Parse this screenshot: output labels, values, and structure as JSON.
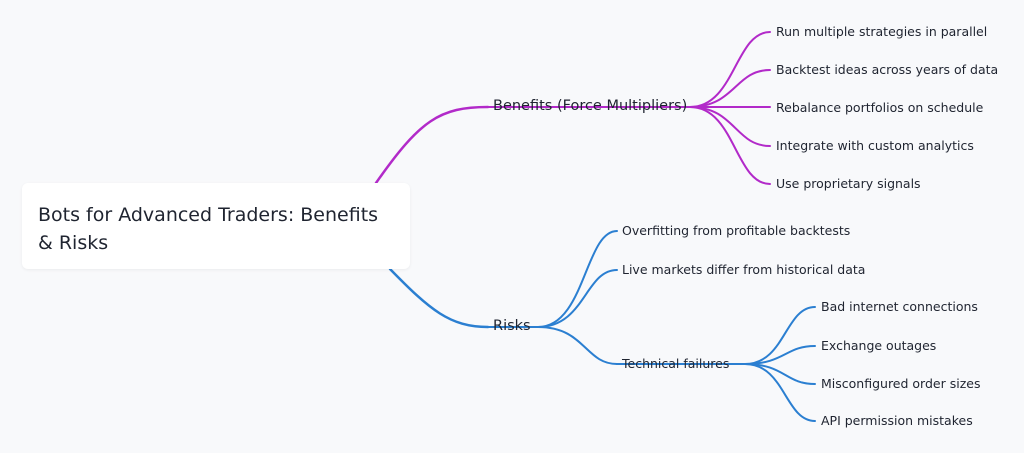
{
  "colors": {
    "benefits": "#b22ac9",
    "risks": "#2b7fd1",
    "background": "#f8f9fb"
  },
  "root": {
    "title": "Bots for Advanced Traders: Benefits & Risks"
  },
  "branches": [
    {
      "label": "Benefits (Force Multipliers)",
      "color": "benefits",
      "children": [
        {
          "label": "Run multiple strategies in parallel"
        },
        {
          "label": "Backtest ideas across years of data"
        },
        {
          "label": "Rebalance portfolios on schedule"
        },
        {
          "label": "Integrate with custom analytics"
        },
        {
          "label": "Use proprietary signals"
        }
      ]
    },
    {
      "label": "Risks",
      "color": "risks",
      "children": [
        {
          "label": "Overfitting from profitable backtests"
        },
        {
          "label": "Live markets differ from historical data"
        },
        {
          "label": "Technical failures",
          "children": [
            {
              "label": "Bad internet connections"
            },
            {
              "label": "Exchange outages"
            },
            {
              "label": "Misconfigured order sizes"
            },
            {
              "label": "API permission mistakes"
            }
          ]
        }
      ]
    }
  ]
}
